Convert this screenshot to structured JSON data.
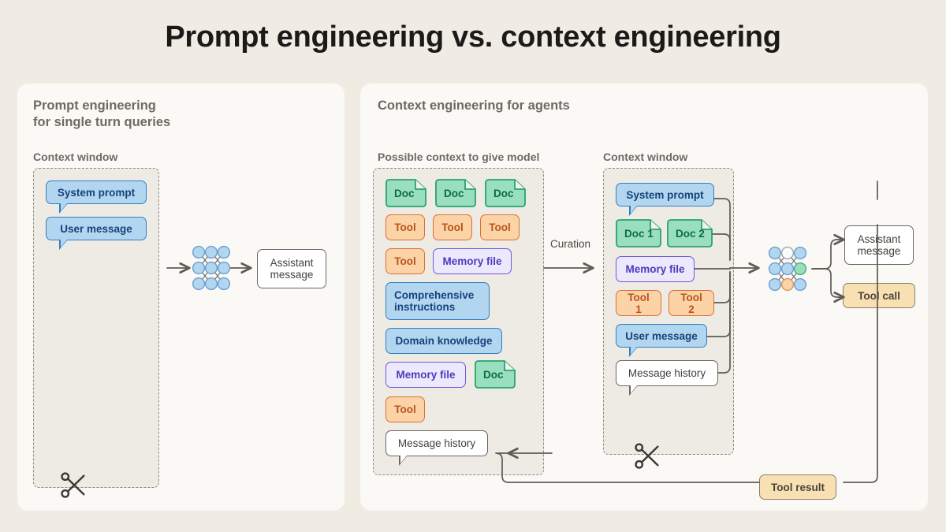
{
  "page": {
    "title": "Prompt engineering vs. context engineering",
    "bg_color": "#f0ece4",
    "panel_color": "#faf9f6"
  },
  "colors": {
    "blue_fill": "#b3d6f0",
    "blue_border": "#2f7fc0",
    "blue_text": "#15427a",
    "green_fill": "#9adfbd",
    "green_border": "#27a36e",
    "green_text": "#0d6b48",
    "orange_fill": "#fbd3a6",
    "orange_border": "#dd6f33",
    "orange_text": "#b9531c",
    "purple_fill": "#ece9fc",
    "purple_border": "#6f57d9",
    "purple_text": "#4e39bd",
    "white_fill": "#ffffff",
    "white_border": "#6b675f",
    "white_text": "#44413b",
    "tan_fill": "#f8e0b3",
    "tan_border": "#8a7f6d",
    "tan_text": "#4a443c",
    "dash_border": "#8d8a82",
    "dash_fill": "#eeebe5",
    "label_text": "#6d6a63",
    "connector": "#5f5b54"
  },
  "left_panel": {
    "title": "Prompt engineering\nfor single turn queries",
    "context_label": "Context window",
    "cards": [
      {
        "label": "System prompt",
        "type": "blue"
      },
      {
        "label": "User message",
        "type": "blue"
      }
    ],
    "output": {
      "label": "Assistant\nmessage",
      "type": "white"
    },
    "scissors_icon": "scissors-icon",
    "network_icon": "neural-network-icon"
  },
  "right_panel": {
    "title": "Context engineering for agents",
    "possible_label": "Possible context to give model",
    "context_label": "Context window",
    "curation_label": "Curation",
    "possible_cards": [
      {
        "label": "Doc",
        "type": "green"
      },
      {
        "label": "Doc",
        "type": "green"
      },
      {
        "label": "Doc",
        "type": "green"
      },
      {
        "label": "Tool",
        "type": "orange"
      },
      {
        "label": "Tool",
        "type": "orange"
      },
      {
        "label": "Tool",
        "type": "orange"
      },
      {
        "label": "Tool",
        "type": "orange"
      },
      {
        "label": "Memory file",
        "type": "purple"
      },
      {
        "label": "Comprehensive\ninstructions",
        "type": "blue"
      },
      {
        "label": "Domain knowledge",
        "type": "blue"
      },
      {
        "label": "Memory file",
        "type": "purple"
      },
      {
        "label": "Doc",
        "type": "green"
      },
      {
        "label": "Tool",
        "type": "orange"
      },
      {
        "label": "Message history",
        "type": "white"
      }
    ],
    "context_cards": [
      {
        "label": "System prompt",
        "type": "blue"
      },
      {
        "label": "Doc 1",
        "type": "green"
      },
      {
        "label": "Doc 2",
        "type": "green"
      },
      {
        "label": "Memory file",
        "type": "purple"
      },
      {
        "label": "Tool 1",
        "type": "orange"
      },
      {
        "label": "Tool 2",
        "type": "orange"
      },
      {
        "label": "User message",
        "type": "blue"
      },
      {
        "label": "Message history",
        "type": "white"
      }
    ],
    "outputs": [
      {
        "label": "Assistant\nmessage",
        "type": "white"
      },
      {
        "label": "Tool call",
        "type": "tan"
      },
      {
        "label": "Tool result",
        "type": "tan"
      }
    ],
    "scissors_icon": "scissors-icon",
    "network_icon": "neural-network-icon"
  }
}
